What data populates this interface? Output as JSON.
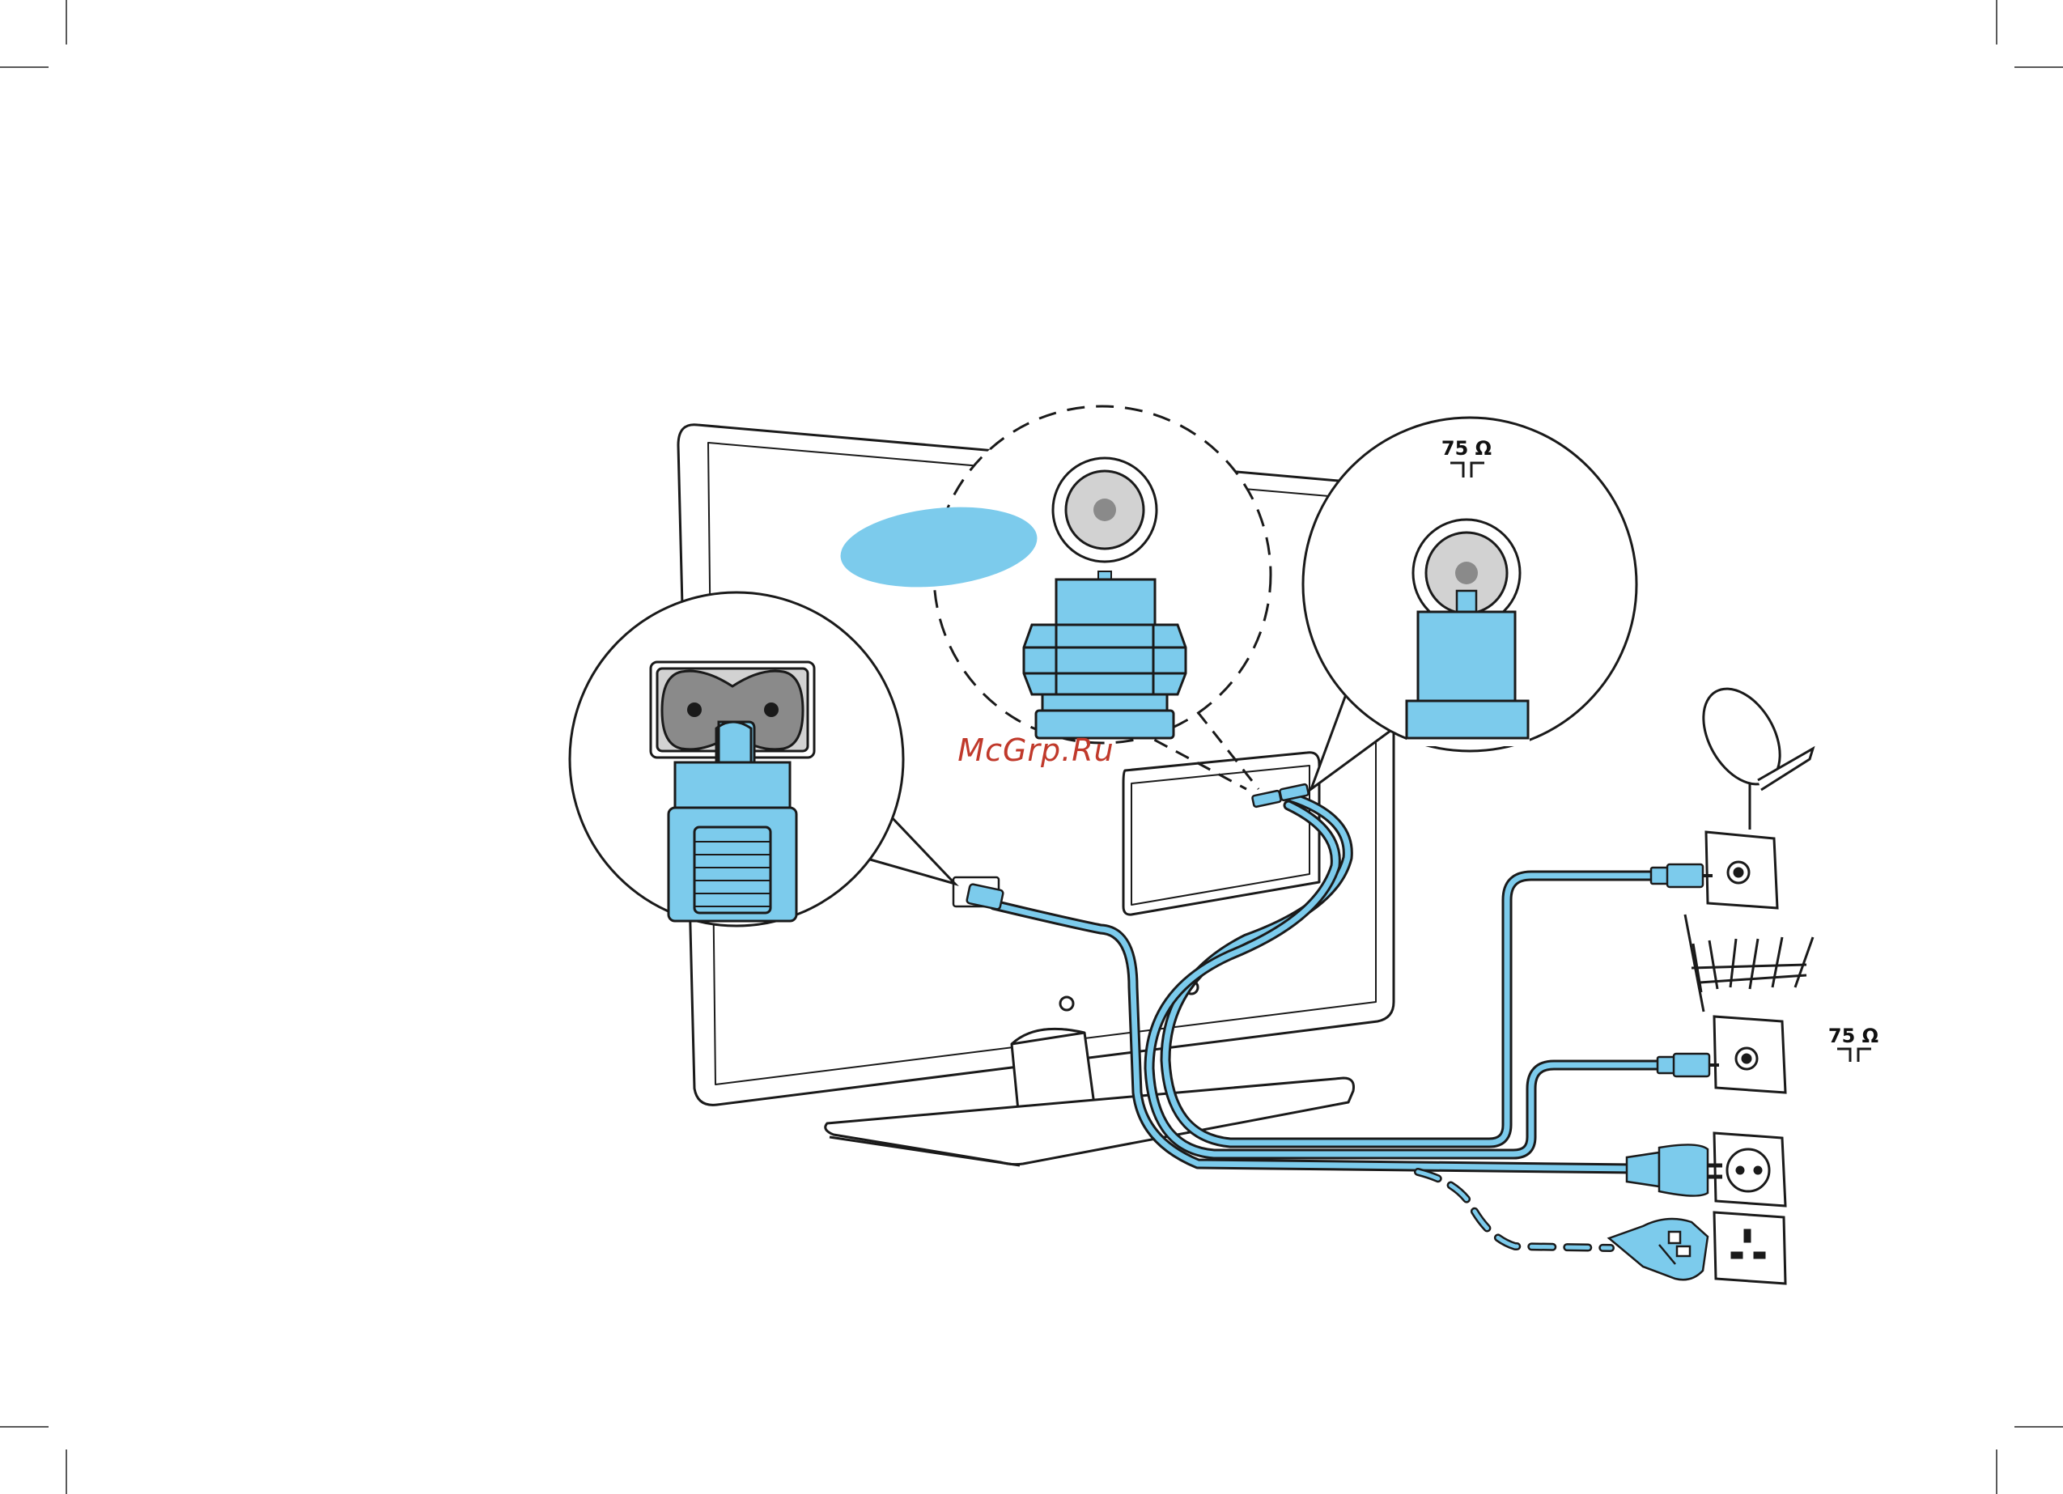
{
  "labels": {
    "impedance_callout": "75 Ω",
    "impedance_wall": "75 Ω",
    "watermark": "McGrp.Ru"
  },
  "colors": {
    "cable_blue": "#7ccbec",
    "outline": "#1a1a1a",
    "socket_grey": "#c8c8c8",
    "socket_core": "#8a8a8a"
  },
  "icons": [
    "tv-back-outline",
    "power-inlet-callout",
    "coax-adapter-callout",
    "coax-input-callout",
    "satellite-dish-icon",
    "aerial-antenna-icon",
    "coax-wall-outlet-icon",
    "eu-power-socket-icon",
    "uk-power-socket-icon",
    "eu-power-plug-icon",
    "uk-power-plug-icon"
  ]
}
